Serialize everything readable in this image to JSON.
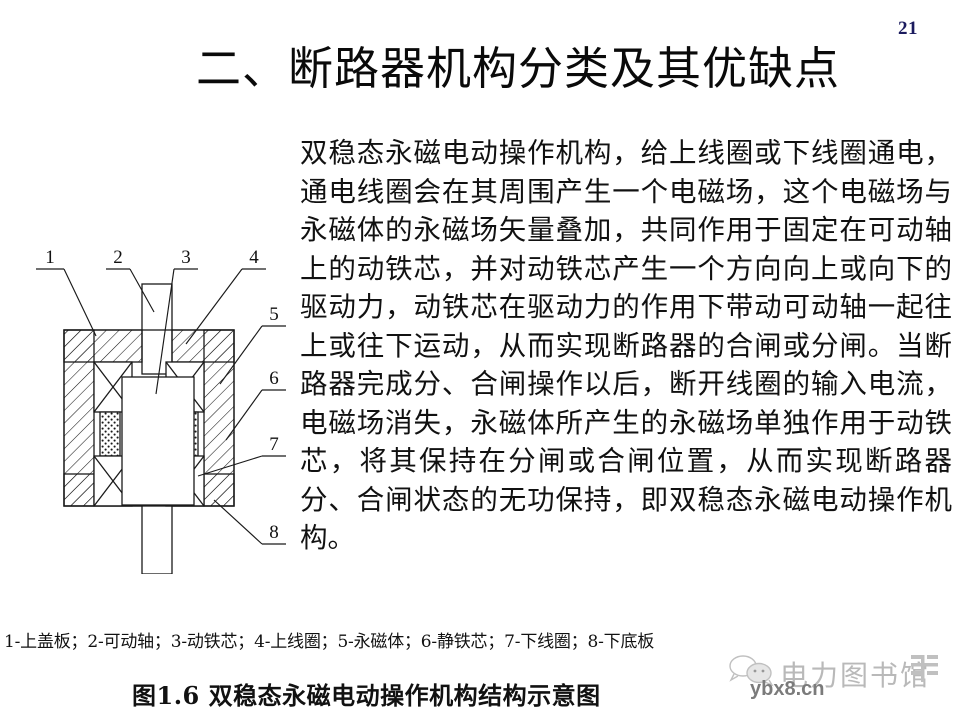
{
  "page": {
    "number": "21"
  },
  "header": {
    "title": "二、断路器机构分类及其优缺点"
  },
  "body": {
    "paragraph": "双稳态永磁电动操作机构，给上线圈或下线圈通电，通电线圈会在其周围产生一个电磁场，这个电磁场与永磁体的永磁场矢量叠加，共同作用于固定在可动轴上的动铁芯，并对动铁芯产生一个方向向上或向下的驱动力，动铁芯在驱动力的作用下带动可动轴一起往上或往下运动，从而实现断路器的合闸或分闸。当断路器完成分、合闸操作以后，断开线圈的输入电流，电磁场消失，永磁体所产生的永磁场单独作用于动铁芯，将其保持在分闸或合闸位置，从而实现断路器分、合闸状态的无功保持，即双稳态永磁电动操作机构。"
  },
  "figure": {
    "legend": "1-上盖板；2-可动轴；3-动铁芯；4-上线圈；5-永磁体；6-静铁芯；7-下线圈；8-下底板",
    "caption": "图1.6  双稳态永磁电动操作机构结构示意图",
    "callouts": [
      {
        "id": "1",
        "label": "1",
        "part": "上盖板"
      },
      {
        "id": "2",
        "label": "2",
        "part": "可动轴"
      },
      {
        "id": "3",
        "label": "3",
        "part": "动铁芯"
      },
      {
        "id": "4",
        "label": "4",
        "part": "上线圈"
      },
      {
        "id": "5",
        "label": "5",
        "part": "永磁体"
      },
      {
        "id": "6",
        "label": "6",
        "part": "静铁芯"
      },
      {
        "id": "7",
        "label": "7",
        "part": "下线圈"
      },
      {
        "id": "8",
        "label": "8",
        "part": "下底板"
      }
    ]
  },
  "watermark": {
    "brand": "电力图书馆",
    "url": "ybx8.cn"
  },
  "colors": {
    "page_number": "#1b1b5e",
    "text": "#111111",
    "background": "#ffffff",
    "line": "#1a1a1a"
  }
}
